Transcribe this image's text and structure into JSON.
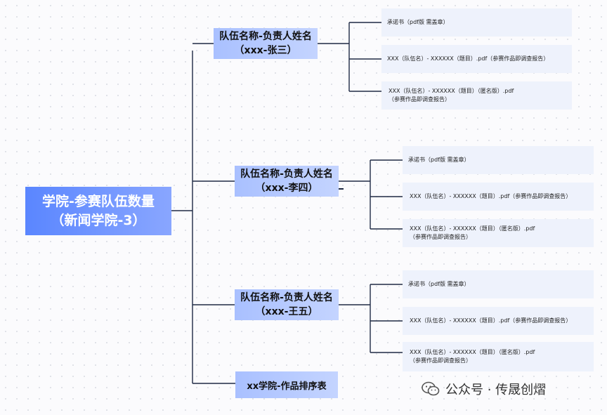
{
  "root": {
    "line1": "学院-参赛队伍数量",
    "line2": "（新闻学院-3）"
  },
  "teams": [
    {
      "line1": "队伍名称-负责人姓名",
      "line2": "（xxx-张三）",
      "files": [
        {
          "line1": "承诺书（pdf版 需盖章）",
          "line2": ""
        },
        {
          "line1": "XXX（队伍名）- XXXXXX（题目）.pdf（参赛作品即调查报告）",
          "line2": ""
        },
        {
          "line1": "XXX（队伍名）- XXXXXX（题目）（匿名版）.pdf",
          "line2": "（参赛作品即调查报告）"
        }
      ]
    },
    {
      "line1": "队伍名称-负责人姓名",
      "line2": "（xxx-李四）",
      "files": [
        {
          "line1": "承诺书（pdf版 需盖章）",
          "line2": ""
        },
        {
          "line1": "XXX（队伍名）- XXXXXX（题目）.pdf（参赛作品即调查报告）",
          "line2": ""
        },
        {
          "line1": "XXX（队伍名）- XXXXXX（题目）（匿名版）.pdf",
          "line2": "（参赛作品即调查报告）"
        }
      ]
    },
    {
      "line1": "队伍名称-负责人姓名",
      "line2": "（xxx-王五）",
      "files": [
        {
          "line1": "承诺书（pdf版 需盖章）",
          "line2": ""
        },
        {
          "line1": "XXX（队伍名）- XXXXXX（题目）.pdf（参赛作品即调查报告）",
          "line2": ""
        },
        {
          "line1": "XXX（队伍名）- XXXXXX（题目）（匿名版）.pdf",
          "line2": "（参赛作品即调查报告）"
        }
      ]
    }
  ],
  "sort_table": "xx学院-作品排序表",
  "watermark": "公众号 · 传晟创熠",
  "colors": {
    "root_gradient": [
      "#5a86ff",
      "#89a6ff"
    ],
    "team_fill": "#b9cbff",
    "leaf_fill": "#eef2fc",
    "connector": "#1f2a44"
  }
}
